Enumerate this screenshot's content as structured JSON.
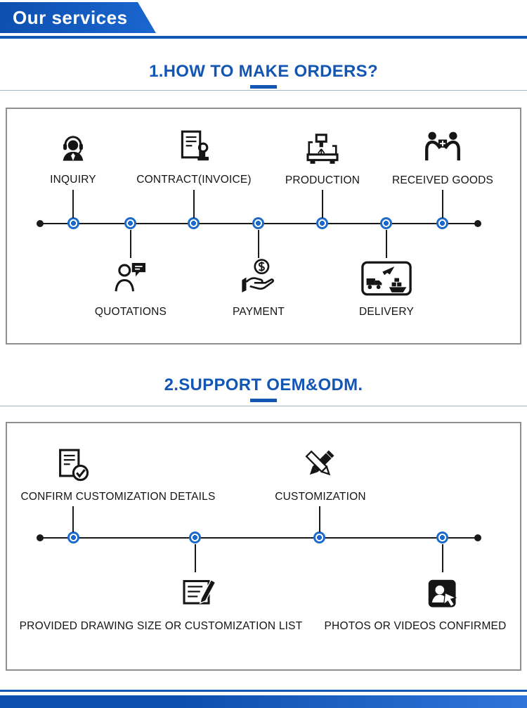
{
  "banner": {
    "title": "Our services"
  },
  "section1": {
    "title": "1.HOW TO MAKE ORDERS?",
    "top_steps": [
      {
        "label": "INQUIRY",
        "icon": "inquiry-icon"
      },
      {
        "label": "CONTRACT(INVOICE)",
        "icon": "contract-invoice-icon"
      },
      {
        "label": "PRODUCTION",
        "icon": "production-icon"
      },
      {
        "label": "RECEIVED GOODS",
        "icon": "received-goods-icon"
      }
    ],
    "bottom_steps": [
      {
        "label": "QUOTATIONS",
        "icon": "quotations-icon"
      },
      {
        "label": "PAYMENT",
        "icon": "payment-icon"
      },
      {
        "label": "DELIVERY",
        "icon": "delivery-icon"
      }
    ]
  },
  "section2": {
    "title": "2.SUPPORT OEM&ODM.",
    "top_steps": [
      {
        "label": "CONFIRM CUSTOMIZATION DETAILS",
        "icon": "confirm-details-icon"
      },
      {
        "label": "CUSTOMIZATION",
        "icon": "customization-icon"
      }
    ],
    "bottom_steps": [
      {
        "label": "PROVIDED DRAWING SIZE OR CUSTOMIZATION LIST",
        "icon": "drawing-list-icon"
      },
      {
        "label": "PHOTOS OR VIDEOS CONFIRMED",
        "icon": "photos-videos-icon"
      }
    ]
  },
  "colors": {
    "accent_blue": "#1356b4",
    "node_blue": "#1b6ac9",
    "line_black": "#1a1a1a",
    "box_border_gray": "#8f8f8f"
  }
}
